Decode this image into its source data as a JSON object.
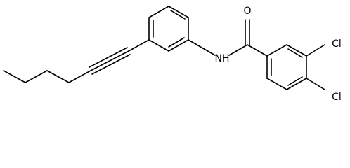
{
  "molecule": {
    "atoms": {
      "oxygen": "O",
      "amide_nitrogen": "NH",
      "chlorine_3": "Cl",
      "chlorine_4": "Cl"
    }
  }
}
